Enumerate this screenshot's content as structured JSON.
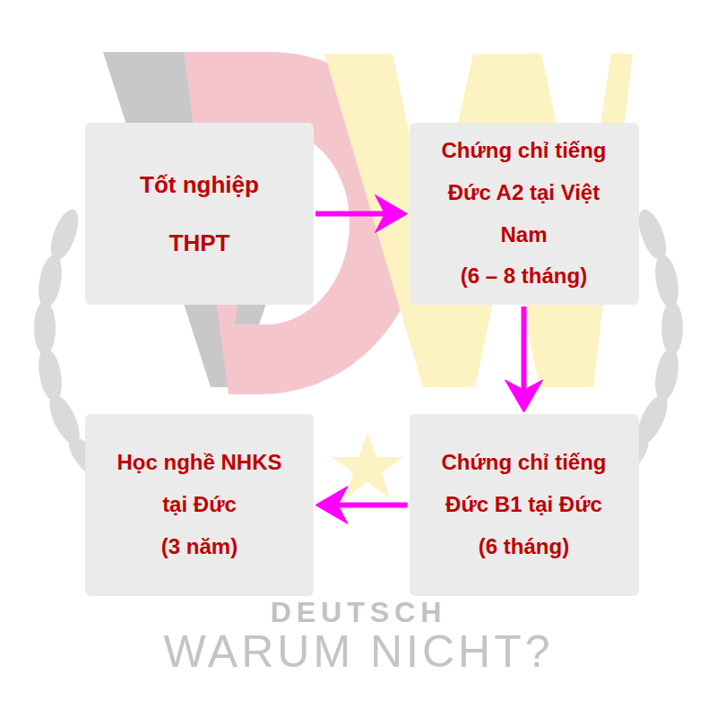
{
  "diagram": {
    "nodes": [
      {
        "text": [
          "Tốt nghiệp THPT"
        ]
      },
      {
        "text": [
          "Chứng chỉ tiếng Đức A2 tại Việt Nam",
          "(6 – 8 tháng)"
        ]
      },
      {
        "text": [
          "Chứng chỉ tiếng Đức B1 tại Đức",
          "(6 tháng)"
        ]
      },
      {
        "text": [
          "Học nghề NHKS tại Đức",
          "(3 năm)"
        ]
      }
    ],
    "edges": [
      {
        "from": 0,
        "to": 1,
        "arrow": "to"
      },
      {
        "from": 1,
        "to": 2,
        "arrow": "to"
      },
      {
        "from": 2,
        "to": 3,
        "arrow": "to"
      }
    ],
    "labels": [
      "DEUTSCH",
      "WARUM NICHT?"
    ]
  }
}
